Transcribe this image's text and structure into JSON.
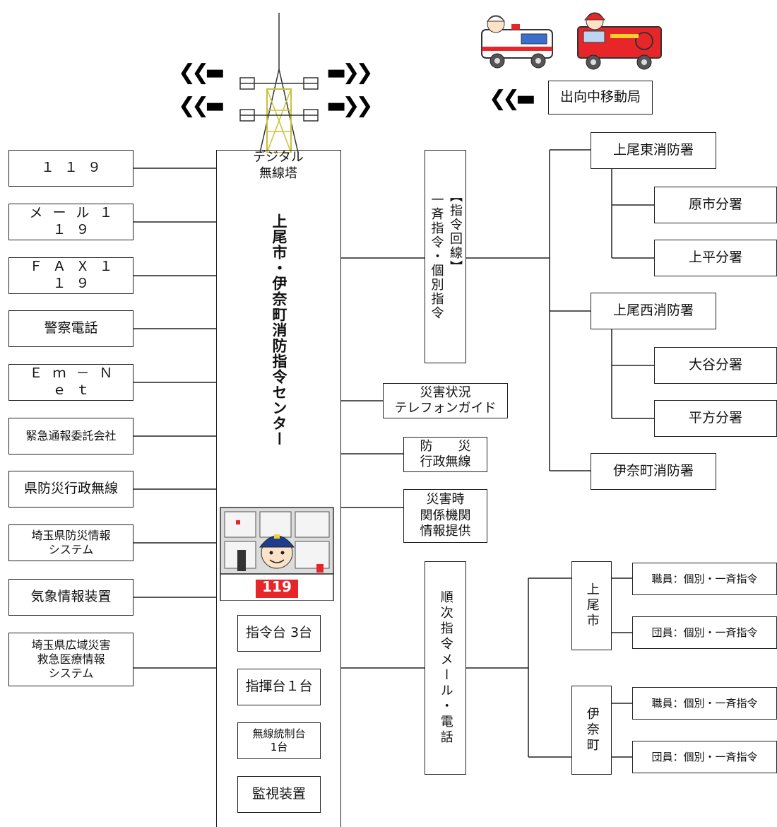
{
  "inputs": [
    {
      "id": "119",
      "label": "１１９"
    },
    {
      "id": "mail119",
      "label": "メール１１９"
    },
    {
      "id": "fax119",
      "label": "ＦＡＸ１１９"
    },
    {
      "id": "police",
      "label": "警察電話"
    },
    {
      "id": "emnet",
      "label": "Ｅｍ－Ｎｅｔ"
    },
    {
      "id": "emergency_company",
      "label": "緊急通報委託会社"
    },
    {
      "id": "pref_radio",
      "label": "県防災行政無線"
    },
    {
      "id": "saitama_info",
      "label": "埼玉県防災情報\nシステム"
    },
    {
      "id": "weather",
      "label": "気象情報装置"
    },
    {
      "id": "saitama_medical",
      "label": "埼玉県広域災害\n救急医療情報\nシステム"
    }
  ],
  "center": {
    "tower_label": "デジタル\n無線塔",
    "title": "上尾市・伊奈町消防指令センター",
    "console_sign": "119",
    "equipment": [
      "指令台 3台",
      "指揮台１台",
      "無線統制台\n1台",
      "監視装置"
    ]
  },
  "mobile_station": "出向中移動局",
  "command_line": {
    "label_main": "一斉指令・個別指令",
    "label_sub": "【指令回線】"
  },
  "services": [
    "災害状況\nテレフォンガイド",
    "防　　災\n行政無線",
    "災害時\n関係機関\n情報提供"
  ],
  "stations": [
    {
      "name": "上尾東消防署",
      "branches": [
        "原市分署",
        "上平分署"
      ]
    },
    {
      "name": "上尾西消防署",
      "branches": [
        "大谷分署",
        "平方分署"
      ]
    },
    {
      "name": "伊奈町消防署",
      "branches": []
    }
  ],
  "sequential": {
    "label": "順次指令メール・電話",
    "groups": [
      {
        "name": "上尾市",
        "items": [
          "職員：個別・一斉指令",
          "団員：個別・一斉指令"
        ]
      },
      {
        "name": "伊奈町",
        "items": [
          "職員：個別・一斉指令",
          "団員：個別・一斉指令"
        ]
      }
    ]
  },
  "colors": {
    "line": "#222222",
    "truck_red": "#e8262a",
    "accent_yellow": "#f2d12a",
    "police_blue": "#1f3d8f"
  }
}
